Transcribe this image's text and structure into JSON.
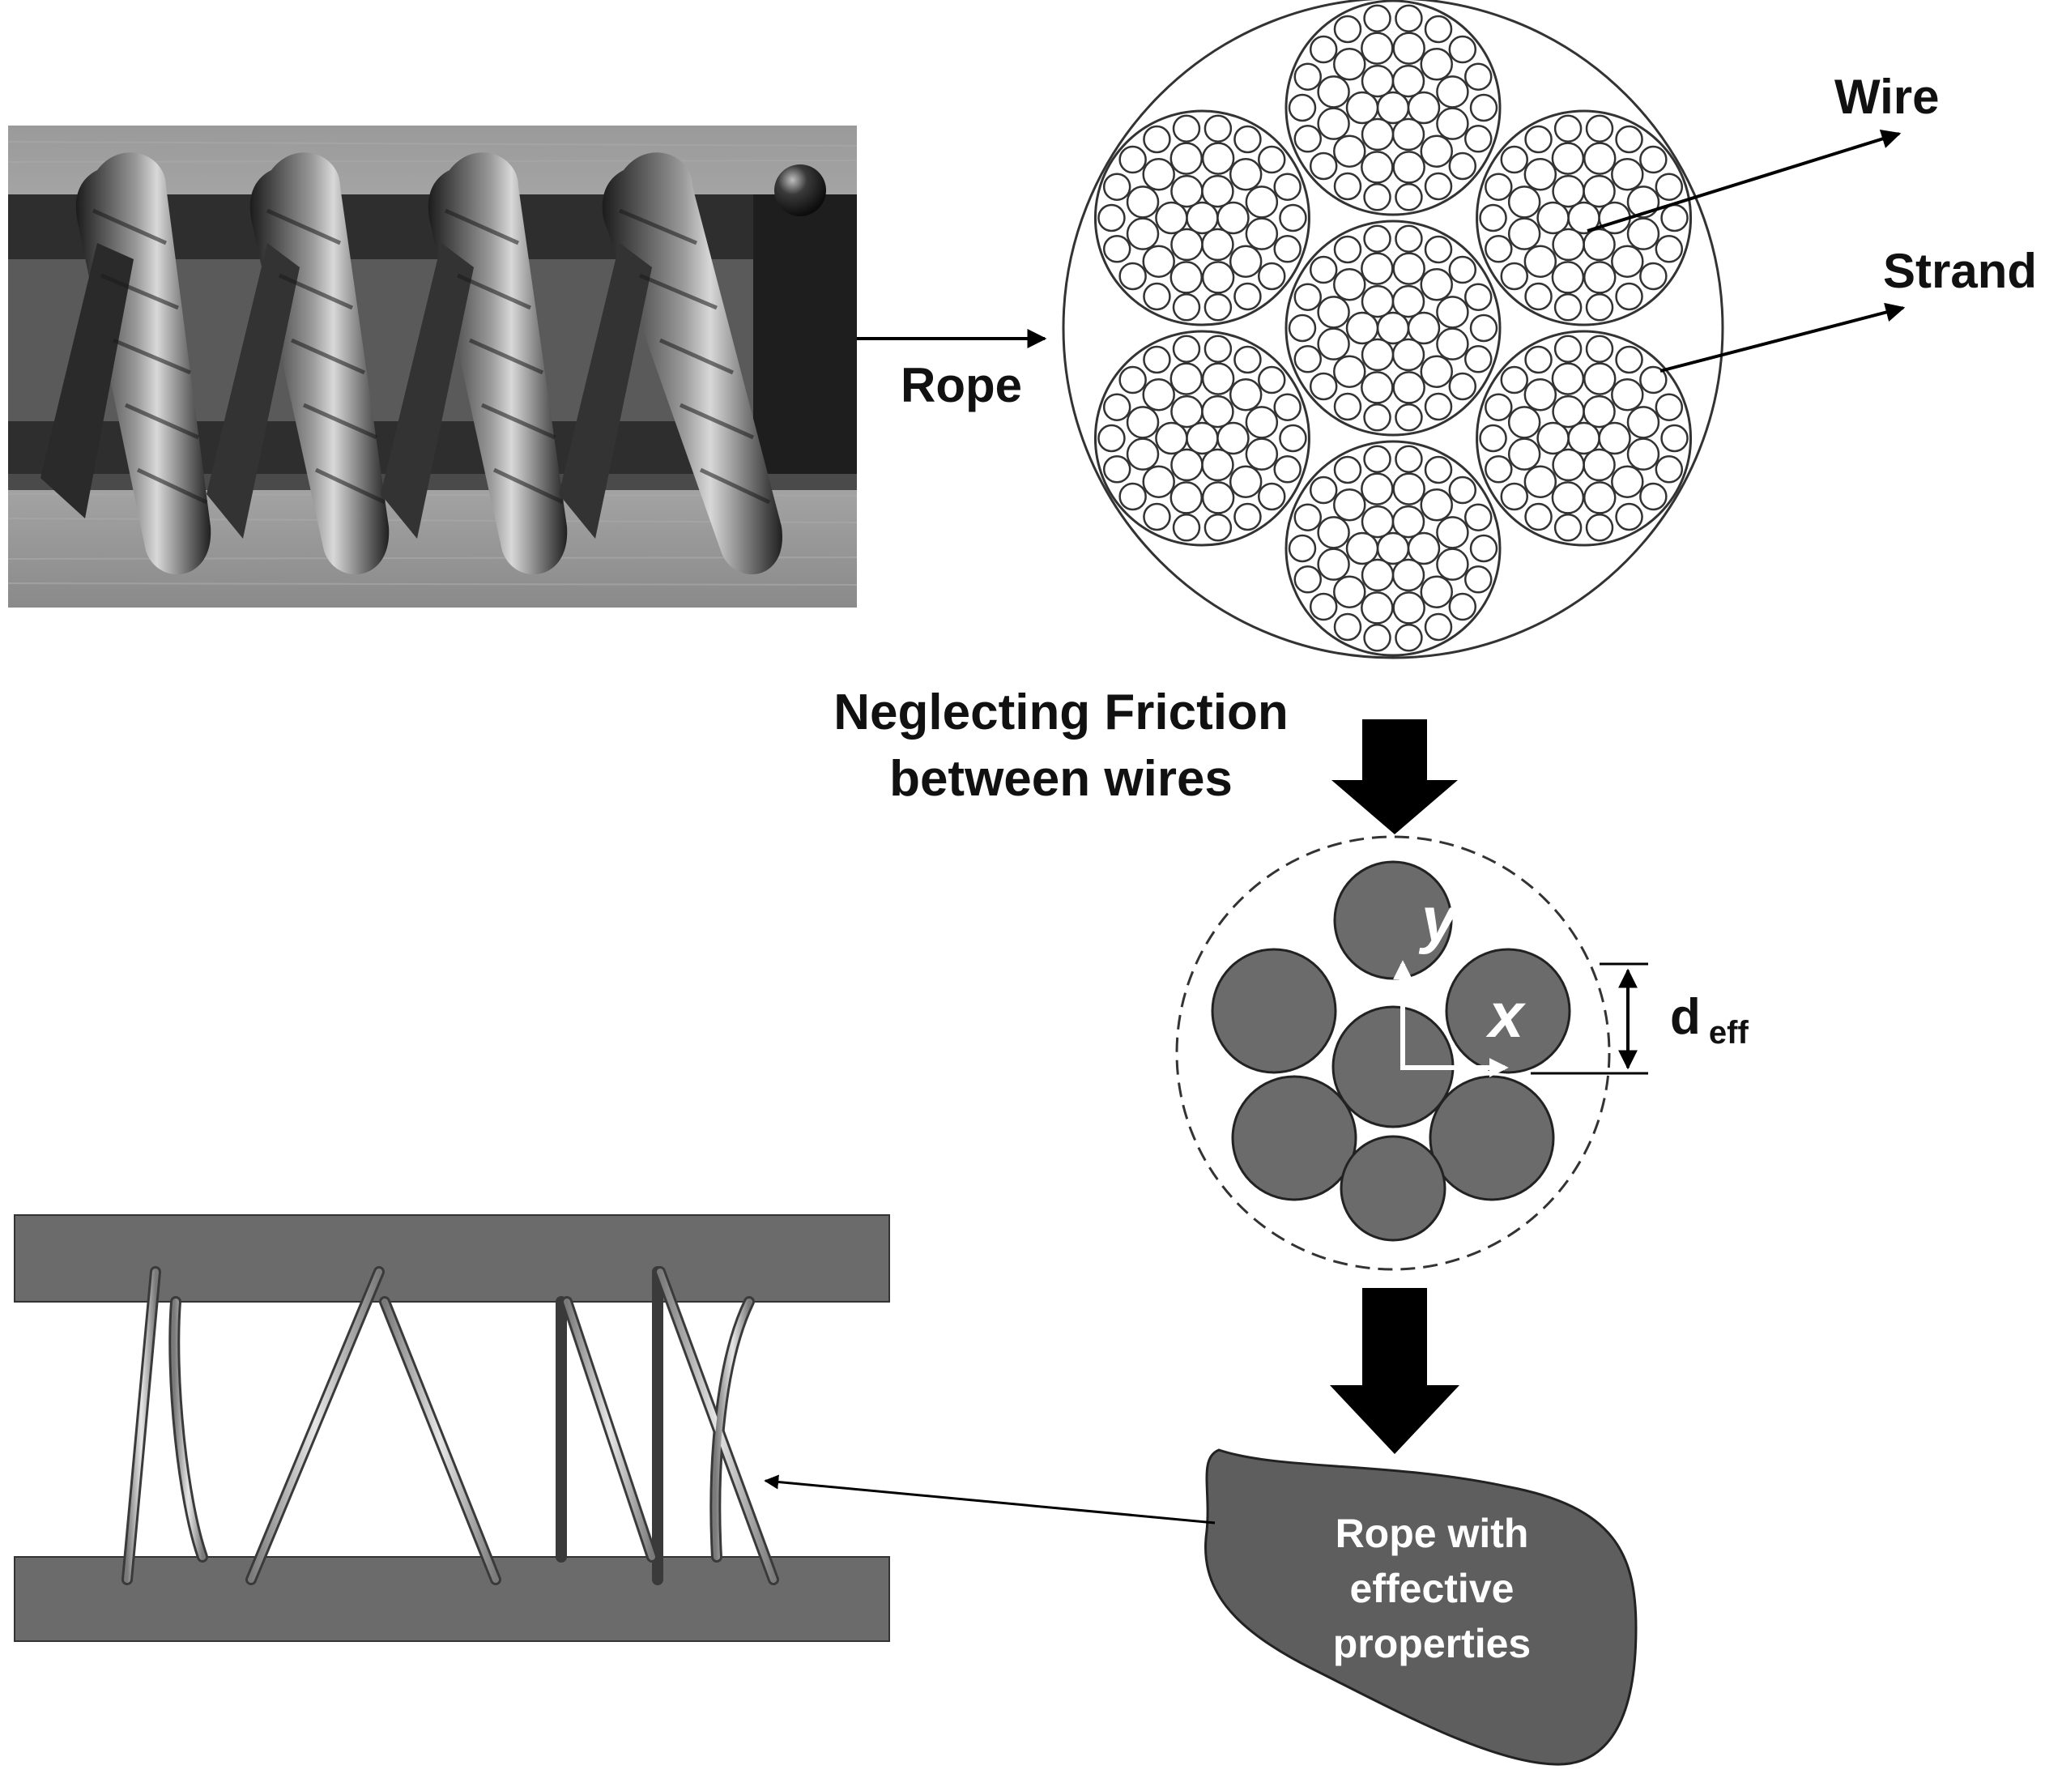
{
  "labels": {
    "rope": "Rope",
    "wire": "Wire",
    "strand": "Strand",
    "neglect_line1": "Neglecting Friction",
    "neglect_line2": "between wires",
    "axis_y": "y",
    "axis_x": "x",
    "deff_main": "d",
    "deff_sub": "eff",
    "effective_line1": "Rope with",
    "effective_line2": "effective",
    "effective_line3": "properties"
  },
  "colors": {
    "solid_gray": "#6b6b6b",
    "dark_gray": "#5e5e5e",
    "black": "#000000",
    "line": "#333333",
    "white": "#ffffff"
  },
  "icons": {
    "photo": "helical-spring-rope-photo",
    "arrow_down": "thick-down-arrow",
    "arrow_line": "thin-arrow"
  }
}
